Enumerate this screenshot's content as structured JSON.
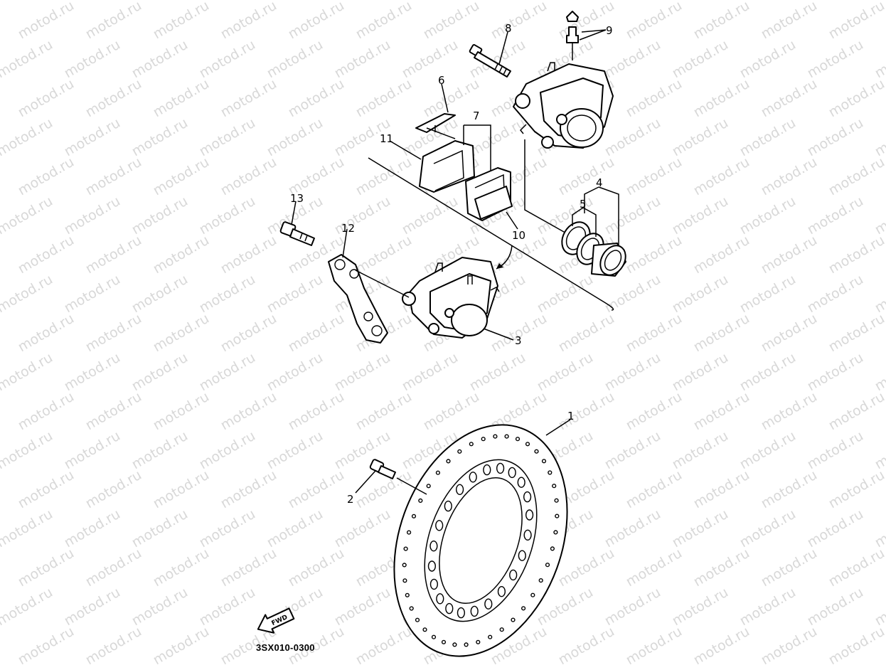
{
  "watermark": {
    "text": "motod.ru"
  },
  "diagram_code": "3SX010-0300",
  "fwd_label": "FWD",
  "callouts": [
    {
      "id": "1",
      "text": "1"
    },
    {
      "id": "2",
      "text": "2"
    },
    {
      "id": "3",
      "text": "3"
    },
    {
      "id": "4",
      "text": "4"
    },
    {
      "id": "5",
      "text": "5"
    },
    {
      "id": "6",
      "text": "6"
    },
    {
      "id": "7",
      "text": "7"
    },
    {
      "id": "8",
      "text": "8"
    },
    {
      "id": "9",
      "text": "9"
    },
    {
      "id": "10",
      "text": "10"
    },
    {
      "id": "11",
      "text": "11"
    },
    {
      "id": "12",
      "text": "12"
    },
    {
      "id": "13",
      "text": "13"
    }
  ]
}
